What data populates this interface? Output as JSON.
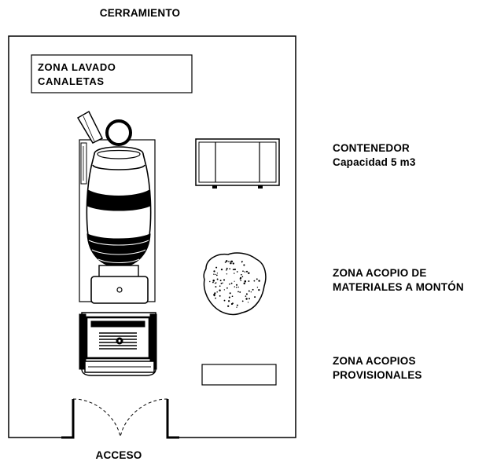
{
  "labels": {
    "enclosure": "CERRAMIENTO",
    "access": "ACCESO",
    "wash_zone_line1": "ZONA LAVADO",
    "wash_zone_line2": "CANALETAS",
    "container_line1": "CONTENEDOR",
    "container_line2": "Capacidad 5 m3",
    "pile_zone_line1": "ZONA ACOPIO DE",
    "pile_zone_line2": "MATERIALES A MONTÓN",
    "temp_zone_line1": "ZONA ACOPIOS",
    "temp_zone_line2": "PROVISIONALES"
  },
  "icons": [
    "concrete-mixer-truck-icon",
    "container-icon",
    "material-pile-icon",
    "double-door-icon"
  ],
  "colors": {
    "ink": "#000000",
    "background": "#ffffff"
  }
}
